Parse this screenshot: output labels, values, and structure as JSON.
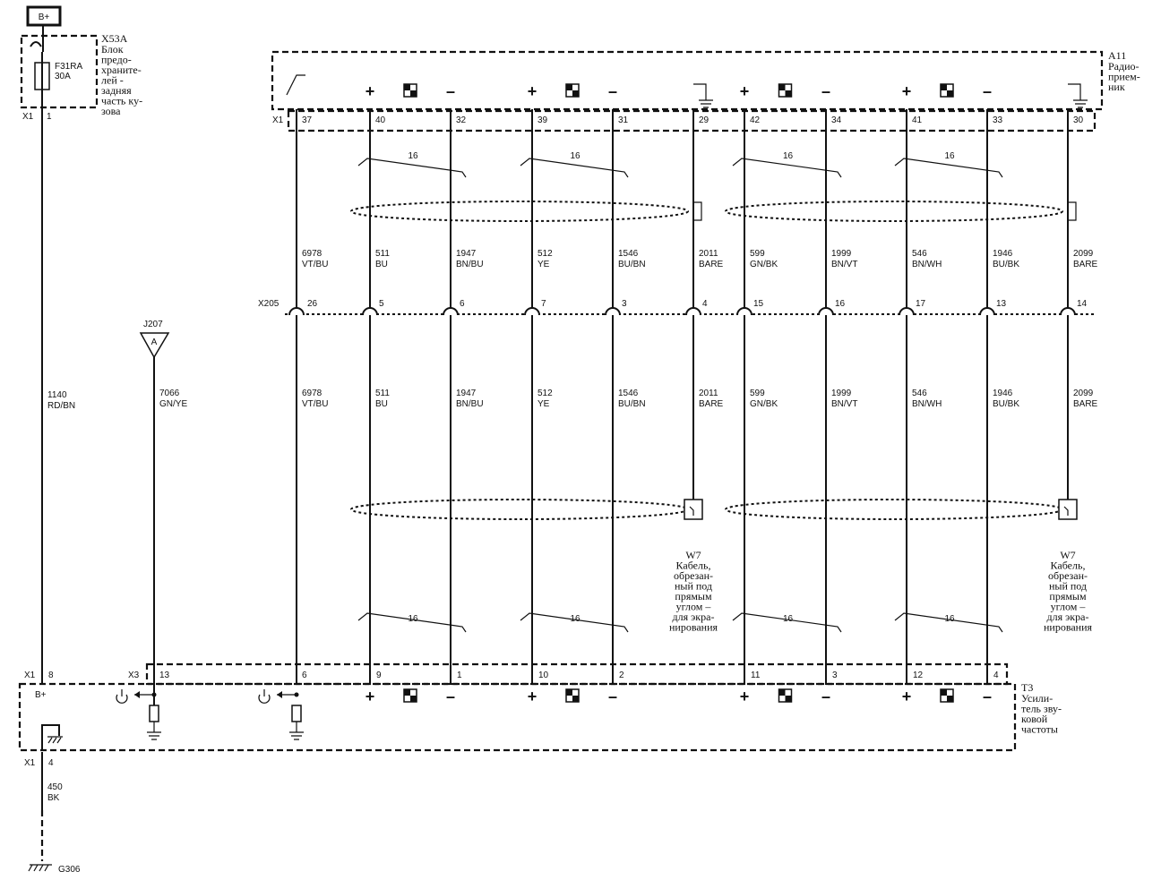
{
  "power": {
    "label": "B+"
  },
  "fuse_block": {
    "id": "X53A",
    "desc": [
      "Блок",
      "предо-",
      "хранитe-",
      "лей -",
      "задняя",
      "часть ку-",
      "зова"
    ],
    "fuse_label": "F31RA",
    "fuse_rating": "30A",
    "connector": "X1",
    "pin": "1"
  },
  "radio": {
    "id": "A11",
    "desc": [
      "Радио-",
      "прием-",
      "ник"
    ],
    "connector": "X1"
  },
  "amplifier": {
    "id": "T3",
    "desc": [
      "Усили-",
      "тель зву-",
      "ковой",
      "частоты"
    ],
    "bplus": "B+"
  },
  "inline_connector": {
    "id": "X205"
  },
  "amp_connectors": {
    "x1": "X1",
    "x3": "X3",
    "pin_power": "8",
    "pin_ground": "4"
  },
  "splice": {
    "id": "J207",
    "letter": "A"
  },
  "power_wire": {
    "circuit": "1140",
    "color": "RD/BN"
  },
  "remote_wire": {
    "circuit": "7066",
    "color": "GN/YE",
    "amp_pin": "13"
  },
  "ground_wire": {
    "circuit": "450",
    "color": "BK"
  },
  "ground": {
    "id": "G306"
  },
  "twist": "16",
  "drain_label": {
    "id": "W7",
    "desc": [
      "Кабель,",
      "обрезан-",
      "ный под",
      "прямым",
      "углом –",
      "для экра-",
      "нирования"
    ]
  },
  "wires": [
    {
      "radio_pin": "37",
      "x205_pin": "26",
      "amp_pin": "6",
      "circuit": "6978",
      "color": "VT/BU",
      "pol": ""
    },
    {
      "radio_pin": "40",
      "x205_pin": "5",
      "amp_pin": "9",
      "circuit": "511",
      "color": "BU",
      "pol": "+"
    },
    {
      "radio_pin": "32",
      "x205_pin": "6",
      "amp_pin": "1",
      "circuit": "1947",
      "color": "BN/BU",
      "pol": "–"
    },
    {
      "radio_pin": "39",
      "x205_pin": "7",
      "amp_pin": "10",
      "circuit": "512",
      "color": "YE",
      "pol": "+"
    },
    {
      "radio_pin": "31",
      "x205_pin": "3",
      "amp_pin": "2",
      "circuit": "1546",
      "color": "BU/BN",
      "pol": "–"
    },
    {
      "radio_pin": "29",
      "x205_pin": "4",
      "amp_pin": "",
      "circuit": "2011",
      "color": "BARE",
      "pol": ""
    },
    {
      "radio_pin": "42",
      "x205_pin": "15",
      "amp_pin": "11",
      "circuit": "599",
      "color": "GN/BK",
      "pol": "+"
    },
    {
      "radio_pin": "34",
      "x205_pin": "16",
      "amp_pin": "3",
      "circuit": "1999",
      "color": "BN/VT",
      "pol": "–"
    },
    {
      "radio_pin": "41",
      "x205_pin": "17",
      "amp_pin": "12",
      "circuit": "546",
      "color": "BN/WH",
      "pol": "+"
    },
    {
      "radio_pin": "33",
      "x205_pin": "13",
      "amp_pin": "4",
      "circuit": "1946",
      "color": "BU/BK",
      "pol": "–"
    },
    {
      "radio_pin": "30",
      "x205_pin": "14",
      "amp_pin": "",
      "circuit": "2099",
      "color": "BARE",
      "pol": ""
    }
  ]
}
